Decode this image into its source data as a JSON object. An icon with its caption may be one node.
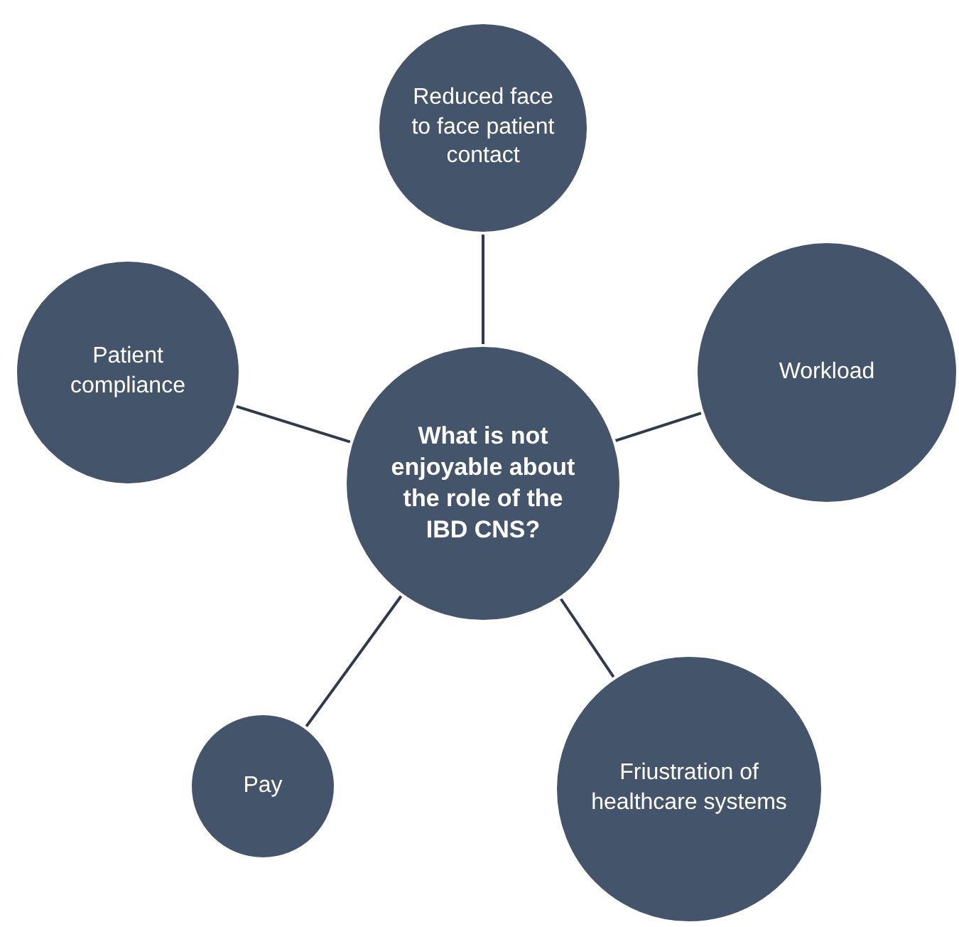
{
  "diagram": {
    "nodes": [
      {
        "text": [
          "Reduced face to face patient contact"
        ]
      },
      {
        "text": [
          "Patient compliance"
        ]
      },
      {
        "text": [
          "Workload"
        ]
      },
      {
        "text": [
          "What is not enjoyable about the role of the IBD CNS?"
        ]
      },
      {
        "text": [
          "Pay"
        ]
      },
      {
        "text": [
          "Friustration of healthcare systems"
        ]
      }
    ],
    "edges": [
      {
        "from": 3,
        "to": 0,
        "arrow": "none"
      },
      {
        "from": 3,
        "to": 1,
        "arrow": "none"
      },
      {
        "from": 3,
        "to": 2,
        "arrow": "none"
      },
      {
        "from": 3,
        "to": 4,
        "arrow": "none"
      },
      {
        "from": 3,
        "to": 5,
        "arrow": "none"
      }
    ]
  }
}
